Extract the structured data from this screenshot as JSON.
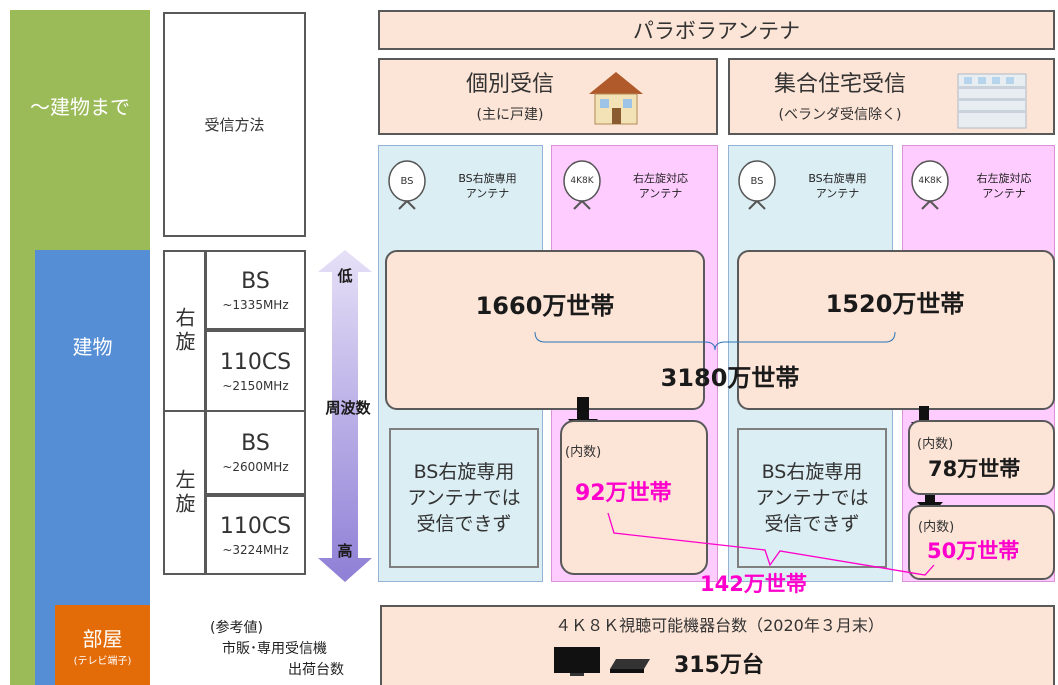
{
  "left_bars": {
    "to_building": "～建物まで",
    "building": "建物",
    "room": "部屋",
    "room_sub": "(テレビ端子)"
  },
  "method": {
    "label": "受信方法",
    "right_rot": "右旋",
    "left_rot": "左旋",
    "bands": [
      {
        "name": "BS",
        "freq": "~1335MHz"
      },
      {
        "name": "110CS",
        "freq": "~2150MHz"
      },
      {
        "name": "BS",
        "freq": "~2600MHz"
      },
      {
        "name": "110CS",
        "freq": "~3224MHz"
      }
    ]
  },
  "freq_axis": {
    "low": "低",
    "label": "周波数",
    "high": "高"
  },
  "header": {
    "parabola": "パラボラアンテナ",
    "individual": "個別受信",
    "individual_sub": "(主に戸建)",
    "collective": "集合住宅受信",
    "collective_sub": "(ベランダ受信除く)"
  },
  "antennas": {
    "bs_icon": "BS",
    "bs_label": "BS右旋専用\nアンテナ",
    "k_icon": "4K8K",
    "k_label": "右左旋対応\nアンテナ"
  },
  "numbers": {
    "ind_right": "1660万世帯",
    "col_right": "1520万世帯",
    "total_right": "3180万世帯",
    "naisu": "(内数)",
    "ind_left": "92万世帯",
    "col_left_bs": "78万世帯",
    "col_left_cs": "50万世帯",
    "total_left": "142万世帯",
    "cannot": "BS右旋専用\nアンテナでは\n受信できず"
  },
  "reference": {
    "label1": "(参考値)",
    "label2": "市販･専用受信機",
    "label3": "出荷台数",
    "title": "４Ｋ８Ｋ視聴可能機器台数（2020年３月末）",
    "value": "315万台"
  },
  "colors": {
    "green": "#9bbb59",
    "blue": "#558ed5",
    "orange": "#e36c09",
    "peach": "#fce4d6",
    "light_blue": "#dbeef4",
    "pink": "#ffccff",
    "magenta": "#ff00cc"
  }
}
